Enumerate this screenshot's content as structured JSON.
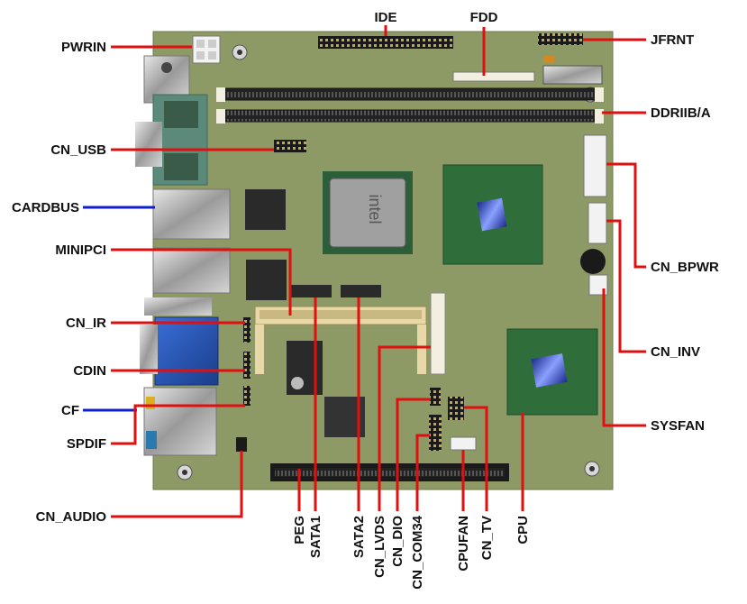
{
  "colors": {
    "board": "#8e9a66",
    "leader_red": "#e01010",
    "leader_blue": "#1020d0",
    "chip_green": "#2f6e3a",
    "slot_dark": "#2a2a2a"
  },
  "labels": {
    "pwrin": "PWRIN",
    "ide": "IDE",
    "fdd": "FDD",
    "jfrnt": "JFRNT",
    "ddriib_a": "DDRIIB/A",
    "cn_usb": "CN_USB",
    "cardbus": "CARDBUS",
    "minipci": "MINIPCI",
    "cn_bpwr": "CN_BPWR",
    "cn_ir": "CN_IR",
    "cn_inv": "CN_INV",
    "cdin": "CDIN",
    "cf": "CF",
    "sysfan": "SYSFAN",
    "spdif": "SPDIF",
    "cn_audio": "CN_AUDIO",
    "peg": "PEG",
    "sata1": "SATA1",
    "sata2": "SATA2",
    "cn_lvds": "CN_LVDS",
    "cn_dio": "CN_DIO",
    "cn_com34": "CN_COM34",
    "cpufan": "CPUFAN",
    "cn_tv": "CN_TV",
    "cpu": "CPU"
  },
  "chip_marks": {
    "northbridge_logo": "intel"
  }
}
